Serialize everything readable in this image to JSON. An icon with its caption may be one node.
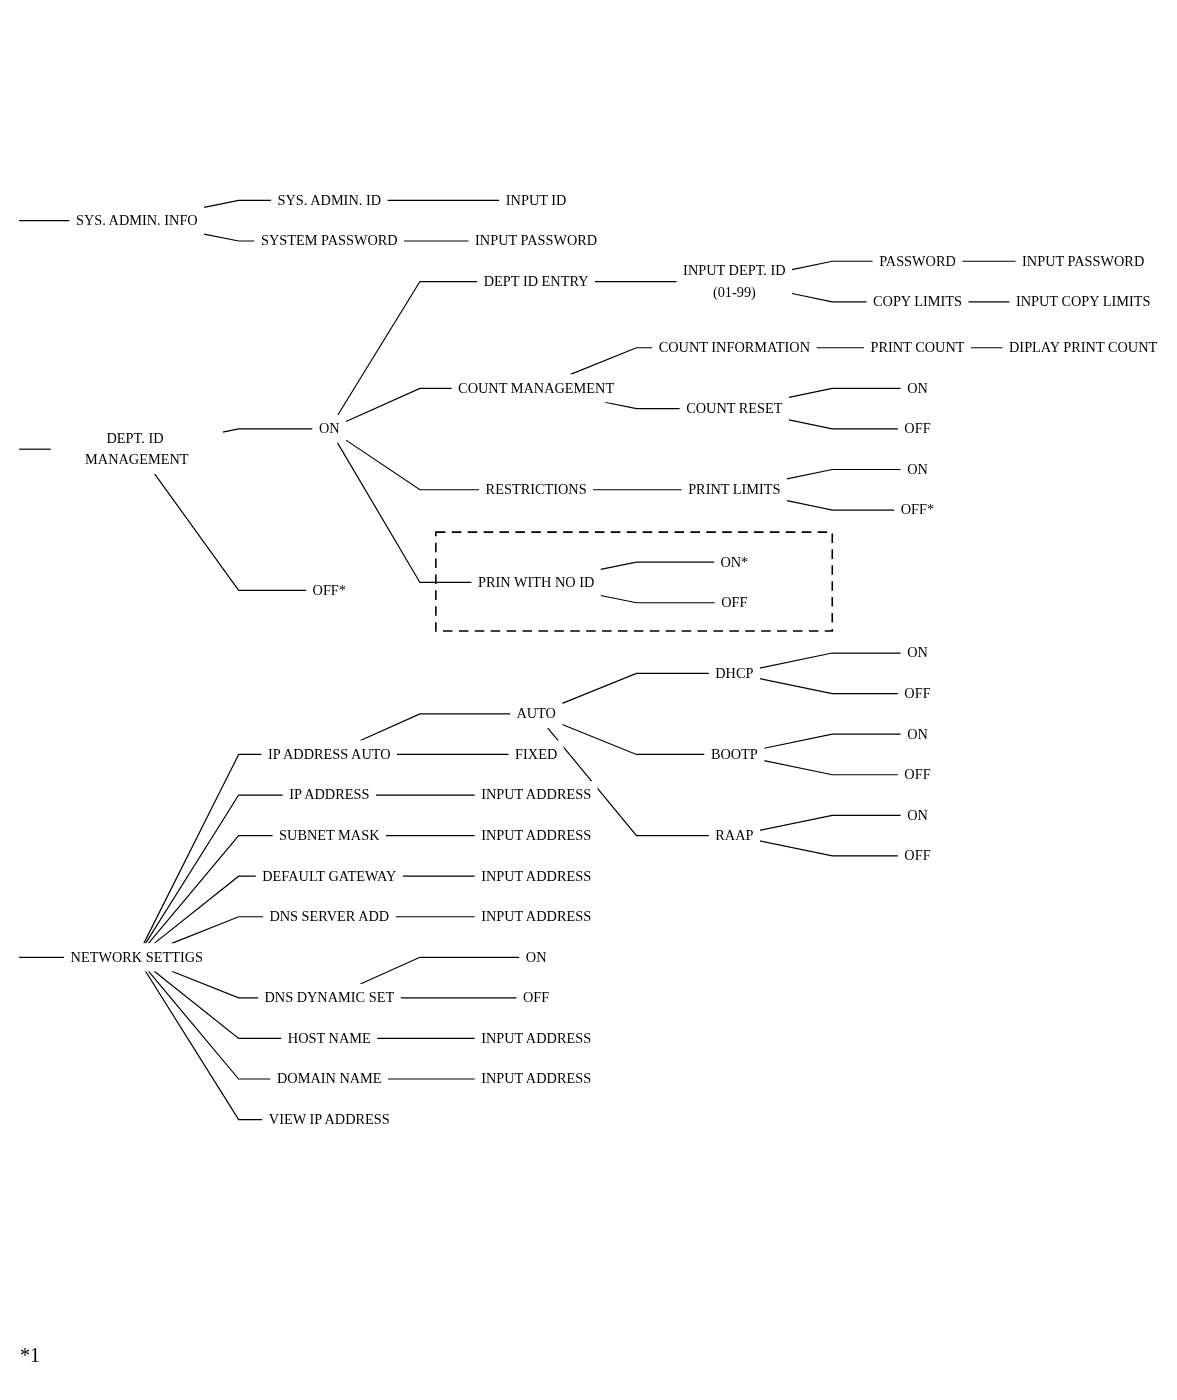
{
  "diagram": {
    "nodes": [
      {
        "text": [
          "SYS. ADMIN. INFO"
        ]
      },
      {
        "text": [
          "SYS. ADMIN. ID"
        ]
      },
      {
        "text": [
          "INPUT ID"
        ]
      },
      {
        "text": [
          "SYSTEM PASSWORD"
        ]
      },
      {
        "text": [
          "INPUT PASSWORD"
        ]
      },
      {
        "text": [
          "DEPT. ID MANAGEMENT"
        ]
      },
      {
        "text": [
          "ON"
        ]
      },
      {
        "text": [
          "OFF*"
        ]
      },
      {
        "text": [
          "DEPT ID ENTRY"
        ]
      },
      {
        "text": [
          "INPUT DEPT. ID",
          "(01-99)"
        ]
      },
      {
        "text": [
          "PASSWORD"
        ]
      },
      {
        "text": [
          "INPUT PASSWORD"
        ]
      },
      {
        "text": [
          "COPY LIMITS"
        ]
      },
      {
        "text": [
          "INPUT COPY LIMITS"
        ]
      },
      {
        "text": [
          "COUNT MANAGEMENT"
        ]
      },
      {
        "text": [
          "COUNT INFORMATION"
        ]
      },
      {
        "text": [
          "PRINT COUNT"
        ]
      },
      {
        "text": [
          "DIPLAY PRINT COUNT"
        ]
      },
      {
        "text": [
          "COUNT RESET"
        ]
      },
      {
        "text": [
          "ON"
        ]
      },
      {
        "text": [
          "OFF"
        ]
      },
      {
        "text": [
          "RESTRICTIONS"
        ]
      },
      {
        "text": [
          "PRINT LIMITS"
        ]
      },
      {
        "text": [
          "ON"
        ]
      },
      {
        "text": [
          "OFF*"
        ]
      },
      {
        "text": [],
        "shape": "box"
      },
      {
        "text": [
          "PRIN WITH NO ID"
        ],
        "in": 25
      },
      {
        "text": [
          "ON*"
        ],
        "in": 25
      },
      {
        "text": [
          "OFF"
        ],
        "in": 25
      },
      {
        "text": [
          "NETWORK SETTIGS"
        ]
      },
      {
        "text": [
          "IP ADDRESS AUTO"
        ]
      },
      {
        "text": [
          "AUTO"
        ]
      },
      {
        "text": [
          "DHCP"
        ]
      },
      {
        "text": [
          "ON"
        ]
      },
      {
        "text": [
          "OFF"
        ]
      },
      {
        "text": [
          "BOOTP"
        ]
      },
      {
        "text": [
          "ON"
        ]
      },
      {
        "text": [
          "OFF"
        ]
      },
      {
        "text": [
          "RAAP"
        ]
      },
      {
        "text": [
          "ON"
        ]
      },
      {
        "text": [
          "OFF"
        ]
      },
      {
        "text": [
          "FIXED"
        ]
      },
      {
        "text": [
          "IP ADDRESS"
        ]
      },
      {
        "text": [
          "INPUT ADDRESS"
        ]
      },
      {
        "text": [
          "SUBNET MASK"
        ]
      },
      {
        "text": [
          "INPUT ADDRESS"
        ]
      },
      {
        "text": [
          "DEFAULT GATEWAY"
        ]
      },
      {
        "text": [
          "INPUT ADDRESS"
        ]
      },
      {
        "text": [
          "DNS SERVER ADD"
        ]
      },
      {
        "text": [
          "INPUT ADDRESS"
        ]
      },
      {
        "text": [
          "DNS DYNAMIC SET"
        ]
      },
      {
        "text": [
          "ON"
        ]
      },
      {
        "text": [
          "OFF"
        ]
      },
      {
        "text": [
          "HOST NAME"
        ]
      },
      {
        "text": [
          "INPUT ADDRESS"
        ]
      },
      {
        "text": [
          "DOMAIN NAME"
        ]
      },
      {
        "text": [
          "INPUT ADDRESS"
        ]
      },
      {
        "text": [
          "VIEW IP ADDRESS"
        ]
      }
    ],
    "edges": [
      {
        "from": null,
        "to": 0,
        "arrow": "none"
      },
      {
        "from": null,
        "to": 5,
        "arrow": "none"
      },
      {
        "from": null,
        "to": 29,
        "arrow": "none"
      },
      {
        "from": 0,
        "to": 1,
        "arrow": "none"
      },
      {
        "from": 1,
        "to": 2,
        "arrow": "none"
      },
      {
        "from": 0,
        "to": 3,
        "arrow": "none"
      },
      {
        "from": 3,
        "to": 4,
        "arrow": "none"
      },
      {
        "from": 5,
        "to": 6,
        "arrow": "none"
      },
      {
        "from": 5,
        "to": 7,
        "arrow": "none"
      },
      {
        "from": 6,
        "to": 8,
        "arrow": "none"
      },
      {
        "from": 6,
        "to": 14,
        "arrow": "none"
      },
      {
        "from": 6,
        "to": 21,
        "arrow": "none"
      },
      {
        "from": 6,
        "to": 26,
        "arrow": "none"
      },
      {
        "from": 8,
        "to": 9,
        "arrow": "none"
      },
      {
        "from": 9,
        "to": 10,
        "arrow": "none"
      },
      {
        "from": 10,
        "to": 11,
        "arrow": "none"
      },
      {
        "from": 9,
        "to": 12,
        "arrow": "none"
      },
      {
        "from": 12,
        "to": 13,
        "arrow": "none"
      },
      {
        "from": 14,
        "to": 15,
        "arrow": "none"
      },
      {
        "from": 15,
        "to": 16,
        "arrow": "none"
      },
      {
        "from": 16,
        "to": 17,
        "arrow": "none"
      },
      {
        "from": 14,
        "to": 18,
        "arrow": "none"
      },
      {
        "from": 18,
        "to": 19,
        "arrow": "none"
      },
      {
        "from": 18,
        "to": 20,
        "arrow": "none"
      },
      {
        "from": 21,
        "to": 22,
        "arrow": "none"
      },
      {
        "from": 22,
        "to": 23,
        "arrow": "none"
      },
      {
        "from": 22,
        "to": 24,
        "arrow": "none"
      },
      {
        "from": 26,
        "to": 27,
        "arrow": "none"
      },
      {
        "from": 26,
        "to": 28,
        "arrow": "none"
      },
      {
        "from": 29,
        "to": 30,
        "arrow": "none"
      },
      {
        "from": 30,
        "to": 31,
        "arrow": "none"
      },
      {
        "from": 31,
        "to": 32,
        "arrow": "none"
      },
      {
        "from": 32,
        "to": 33,
        "arrow": "none"
      },
      {
        "from": 32,
        "to": 34,
        "arrow": "none"
      },
      {
        "from": 31,
        "to": 35,
        "arrow": "none"
      },
      {
        "from": 35,
        "to": 36,
        "arrow": "none"
      },
      {
        "from": 35,
        "to": 37,
        "arrow": "none"
      },
      {
        "from": 31,
        "to": 38,
        "arrow": "none"
      },
      {
        "from": 38,
        "to": 39,
        "arrow": "none"
      },
      {
        "from": 38,
        "to": 40,
        "arrow": "none"
      },
      {
        "from": 30,
        "to": 41,
        "arrow": "none"
      },
      {
        "from": 29,
        "to": 42,
        "arrow": "none"
      },
      {
        "from": 42,
        "to": 43,
        "arrow": "none"
      },
      {
        "from": 29,
        "to": 44,
        "arrow": "none"
      },
      {
        "from": 44,
        "to": 45,
        "arrow": "none"
      },
      {
        "from": 29,
        "to": 46,
        "arrow": "none"
      },
      {
        "from": 46,
        "to": 47,
        "arrow": "none"
      },
      {
        "from": 29,
        "to": 48,
        "arrow": "none"
      },
      {
        "from": 48,
        "to": 49,
        "arrow": "none"
      },
      {
        "from": 29,
        "to": 50,
        "arrow": "none"
      },
      {
        "from": 50,
        "to": 51,
        "arrow": "none"
      },
      {
        "from": 50,
        "to": 52,
        "arrow": "none"
      },
      {
        "from": 29,
        "to": 53,
        "arrow": "none"
      },
      {
        "from": 53,
        "to": 54,
        "arrow": "none"
      },
      {
        "from": 29,
        "to": 55,
        "arrow": "none"
      },
      {
        "from": 55,
        "to": 56,
        "arrow": "none"
      },
      {
        "from": 29,
        "to": 57,
        "arrow": "none"
      }
    ],
    "labels": [
      "*1"
    ]
  }
}
